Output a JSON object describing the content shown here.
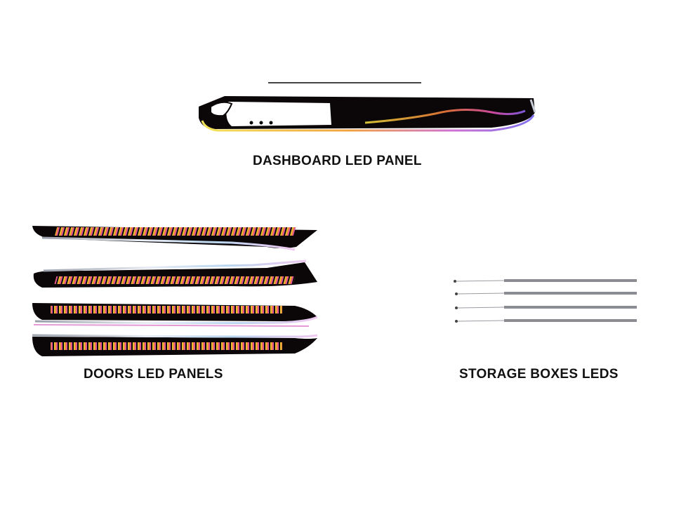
{
  "captions": {
    "dashboard": "DASHBOARD LED PANEL",
    "doors": "DOORS LED PANELS",
    "storage": "STORAGE BOXES LEDS"
  },
  "colors": {
    "panel_body": "#0b0709",
    "led_gradient": [
      "#e8d53a",
      "#f09a2c",
      "#e8508a",
      "#c052d6",
      "#6a5cf0"
    ],
    "trim_light": "#d9dde6",
    "cable": "#8a8c92"
  }
}
